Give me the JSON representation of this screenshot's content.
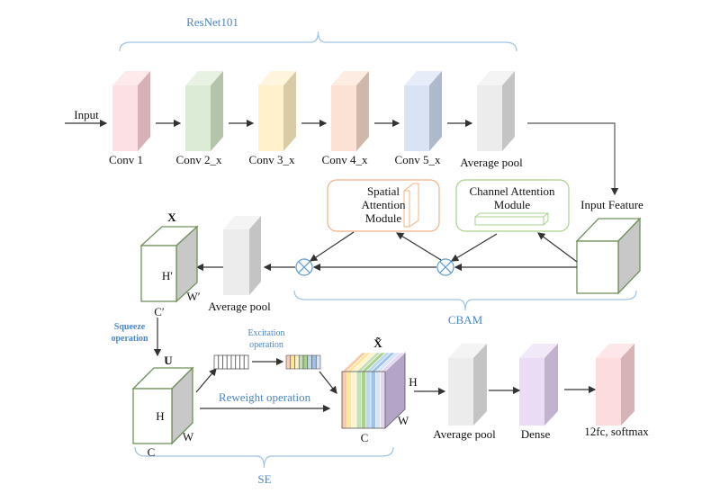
{
  "resnet": {
    "title": "ResNet101",
    "input_label": "Input",
    "blocks": [
      {
        "label": "Conv 1",
        "front": "#fde0e3",
        "side": "#d6b2b6",
        "top": "#fee9eb"
      },
      {
        "label": "Conv 2_x",
        "front": "#dcebd5",
        "side": "#b3c4ab",
        "top": "#e8f2e3"
      },
      {
        "label": "Conv 3_x",
        "front": "#fff1cb",
        "side": "#d8cba6",
        "top": "#fff6dd"
      },
      {
        "label": "Conv 4_x",
        "front": "#fbe2d4",
        "side": "#cfb7a9",
        "top": "#fdece2"
      },
      {
        "label": "Conv 5_x",
        "front": "#d9e3f4",
        "side": "#aeb9cb",
        "top": "#e6edf8"
      },
      {
        "label": "Average pool",
        "front": "#ececec",
        "side": "#c4c4c4",
        "top": "#f4f4f4"
      }
    ]
  },
  "cbam": {
    "title": "CBAM",
    "input_feature": "Input Feature",
    "spatial_module": [
      "Spatial",
      "Attention",
      "Module"
    ],
    "channel_module": [
      "Channel Attention",
      "Module"
    ],
    "avg_pool_label": "Average pool",
    "output_tensor": {
      "name": "X",
      "h": "H′",
      "w": "W′",
      "c": "C′"
    },
    "colors": {
      "spatial": "#f4b183",
      "channel": "#a9d18e",
      "multiply": "#5b9bd5"
    }
  },
  "se": {
    "title": "SE",
    "squeeze": [
      "Squeeze",
      "operation"
    ],
    "excitation": [
      "Excitation",
      "operation"
    ],
    "reweight": "Reweight operation",
    "input_tensor": {
      "name": "U",
      "h": "H",
      "w": "W",
      "c": "C"
    },
    "output_tensor": {
      "name": "X̃",
      "h": "H",
      "w": "W",
      "c": "C"
    },
    "channel_colors": [
      "#f8cbad",
      "#ffe699",
      "#fff2cc",
      "#c5e0b4",
      "#a9d18e",
      "#bdd7ee",
      "#9dc3e6",
      "#dae3f3",
      "#e4d5f0"
    ]
  },
  "head": {
    "blocks": [
      {
        "label": "Average pool",
        "front": "#ececec",
        "side": "#c4c4c4",
        "top": "#f4f4f4"
      },
      {
        "label": "Dense",
        "front": "#e9dcf4",
        "side": "#c1b3cd",
        "top": "#f1e8f8"
      },
      {
        "label": "12fc, softmax",
        "front": "#fddcde",
        "side": "#d6b4b6",
        "top": "#fee7e8"
      }
    ]
  },
  "colors": {
    "brace": "#9dc3e6",
    "label_blue": "#4a86c8",
    "arrow": "#333333",
    "tensor_edge": "#70905a"
  }
}
